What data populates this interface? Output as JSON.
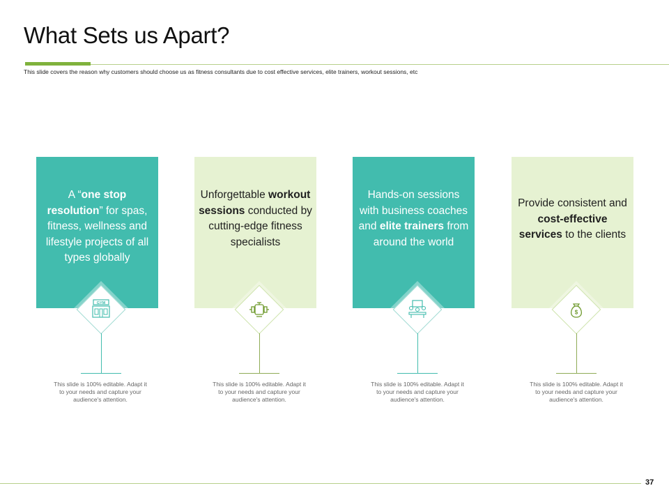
{
  "slide": {
    "title": "What Sets us Apart?",
    "subtitle": "This slide covers the reason why customers should choose us as fitness consultants due to cost effective services, elite trainers, workout sessions, etc",
    "page_number": "37"
  },
  "cards": [
    {
      "parts": [
        {
          "t": "A “",
          "b": false
        },
        {
          "t": "one stop resolution",
          "b": true
        },
        {
          "t": "” for spas, fitness, wellness and lifestyle projects of all types globally",
          "b": false
        }
      ],
      "note": "This slide is 100% editable. Adapt it to your needs and capture your audience's attention.",
      "icon": "gym-building-icon",
      "icon_label": "GYM"
    },
    {
      "parts": [
        {
          "t": "Unforgettable ",
          "b": false
        },
        {
          "t": "workout sessions",
          "b": true
        },
        {
          "t": " conducted by cutting-edge fitness specialists",
          "b": false
        }
      ],
      "note": "This slide is 100% editable. Adapt it to your needs and capture your audience's attention.",
      "icon": "weight-machine-icon"
    },
    {
      "parts": [
        {
          "t": "Hands-on sessions with business coaches and ",
          "b": false
        },
        {
          "t": "elite trainers",
          "b": true
        },
        {
          "t": " from around the world",
          "b": false
        }
      ],
      "note": "This slide is 100% editable. Adapt it to your needs and capture your audience's attention.",
      "icon": "trainer-meeting-icon"
    },
    {
      "parts": [
        {
          "t": "Provide consistent and ",
          "b": false
        },
        {
          "t": "cost-effective services",
          "b": true
        },
        {
          "t": " to the clients",
          "b": false
        }
      ],
      "note": "This slide is 100% editable. Adapt it to your needs and capture your audience's attention.",
      "icon": "money-bag-icon",
      "icon_label": "$"
    }
  ],
  "colors": {
    "teal": "#42bcae",
    "lime_light": "#e6f2d2",
    "green_accent": "#7fb23c",
    "olive_line": "#8eab55"
  }
}
